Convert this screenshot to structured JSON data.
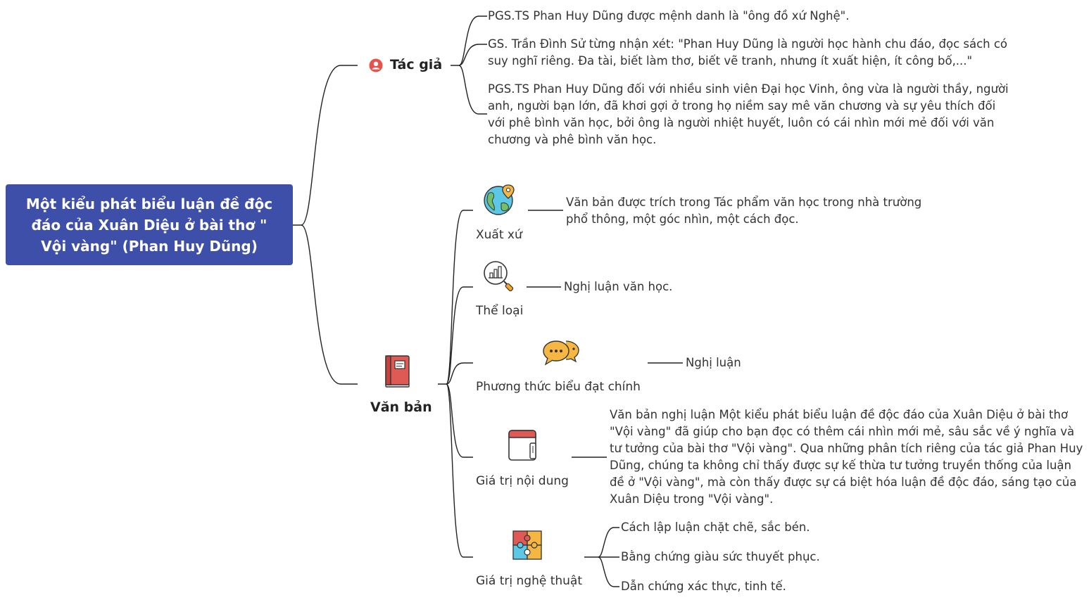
{
  "root": {
    "line1": "Một kiểu phát biểu luận đề độc",
    "line2": "đáo của Xuân Diệu ở bài thơ \"",
    "line3": "Vội vàng\" (Phan Huy Dũng)"
  },
  "branches": {
    "author": {
      "title": "Tác giả",
      "icon": "user-icon",
      "items": [
        "PGS.TS Phan Huy Dũng được mệnh danh là \"ông đồ xứ Nghệ\".",
        "GS. Trần Đình Sử từng nhận xét: \"Phan Huy Dũng là người học hành chu đáo, đọc sách có suy nghĩ riêng. Đa tài, biết làm thơ, biết vẽ tranh, nhưng ít xuất hiện, ít công bố,...\"",
        "PGS.TS Phan Huy Dũng đối với nhiều sinh viên Đại học Vinh, ông vừa là người thầy, người anh, người bạn lớn, đã khơi gợi ở trong họ niềm say mê văn chương và sự yêu thích đối với phê bình văn học, bởi ông là người nhiệt huyết, luôn có cái nhìn mới mẻ đối với văn chương và phê bình văn học."
      ]
    },
    "text": {
      "title": "Văn bản",
      "icon": "book-icon",
      "children": [
        {
          "label": "Xuất xứ",
          "icon": "globe-pin-icon",
          "detail": "Văn bản được trích trong Tác phẩm văn học trong nhà trường phổ thông, một góc nhìn, một cách đọc."
        },
        {
          "label": "Thể loại",
          "icon": "chart-magnifier-icon",
          "detail": "Nghị luận văn học."
        },
        {
          "label": "Phương thức biểu đạt chính",
          "icon": "speech-bubbles-icon",
          "detail": "Nghị luận"
        },
        {
          "label": "Giá trị nội dung",
          "icon": "notebook-icon",
          "detail": "Văn bản nghị luận Một kiểu phát biểu luận đề độc đáo của Xuân Diệu ở bài thơ \"Vội vàng\" đã giúp cho bạn đọc có thêm cái nhìn mới mẻ, sâu sắc về ý nghĩa và tư tưởng của bài thơ \"Vội vàng\". Qua những phân tích riêng của tác giả Phan Huy Dũng, chúng ta không chỉ thấy được sự kế thừa tư tưởng truyền thống của luận đề ở \"Vội vàng\", mà còn thấy được sự cá biệt hóa luận đề độc đáo, sáng tạo của Xuân Diệu trong \"Vội vàng\"."
        },
        {
          "label": "Giá trị nghệ thuật",
          "icon": "puzzle-icon",
          "details": [
            "Cách lập luận chặt chẽ, sắc bén.",
            "Bằng chứng giàu sức thuyết phục.",
            "Dẫn chứng xác thực, tinh tế."
          ]
        }
      ]
    }
  },
  "colors": {
    "root_bg": "#3d4fa8",
    "user_icon": "#e8524a",
    "book_icon": "#e05a55"
  }
}
